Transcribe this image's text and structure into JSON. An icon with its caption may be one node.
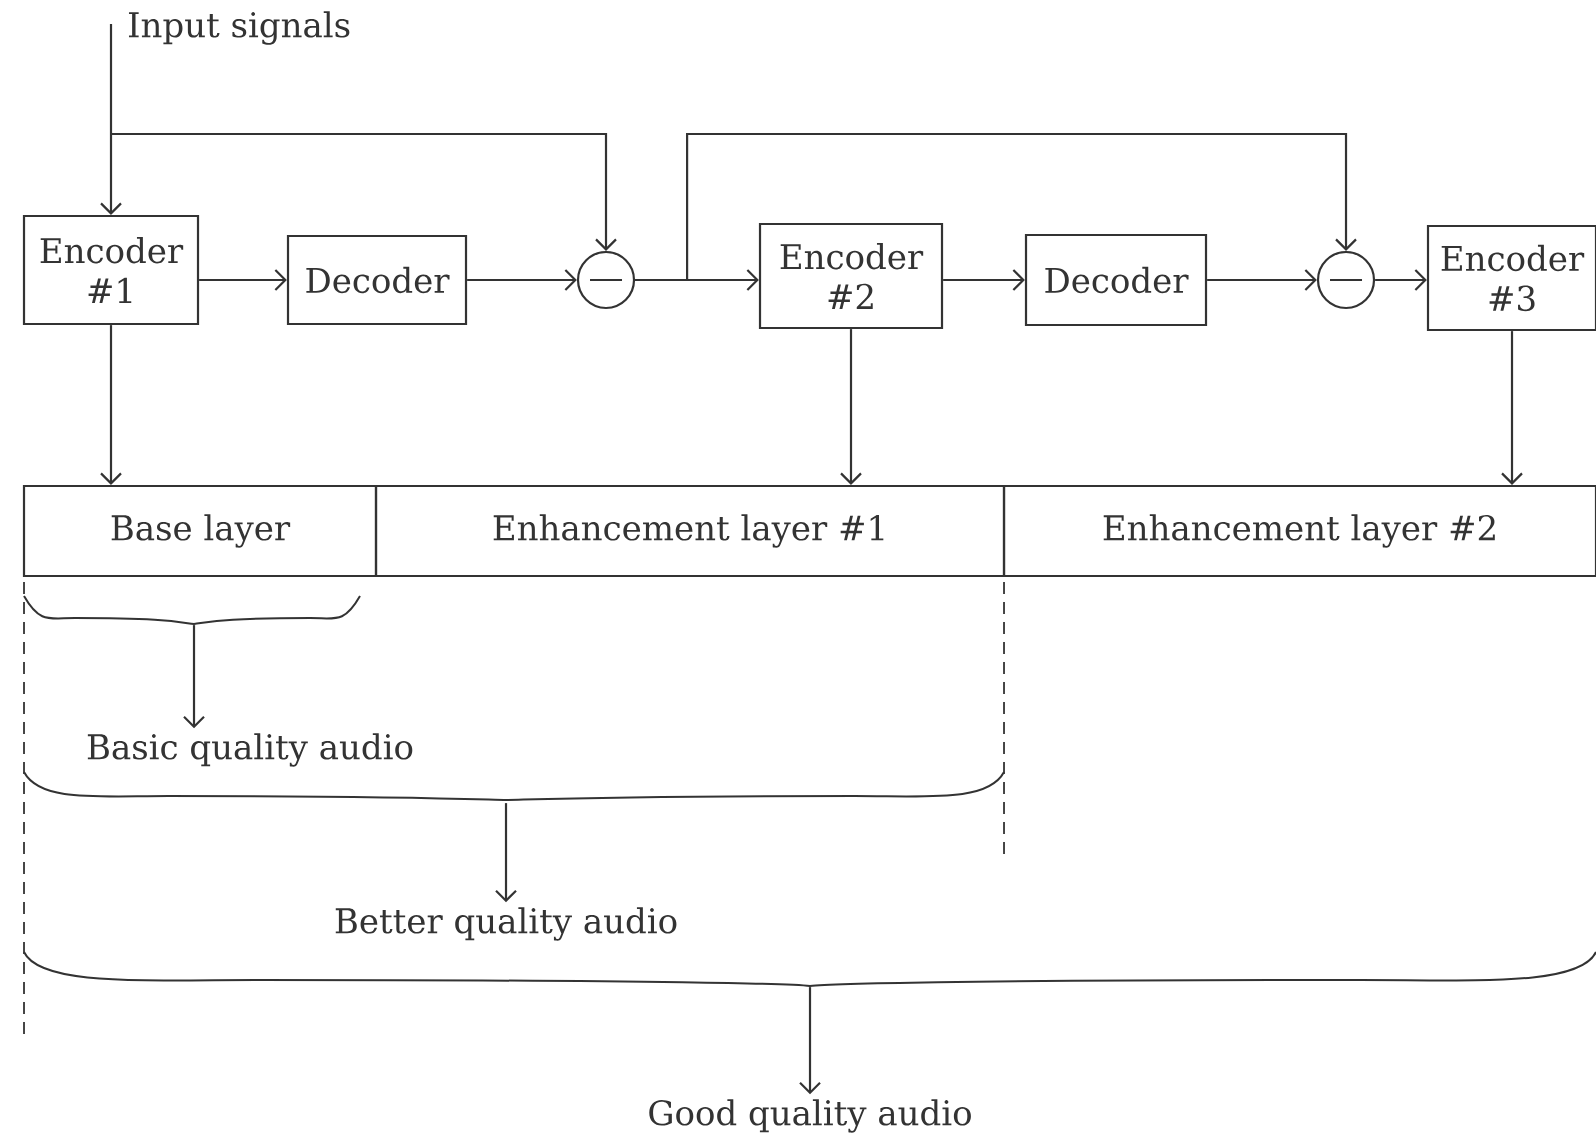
{
  "diagram": {
    "nodes": [
      {
        "text": [
          "Encoder #1"
        ]
      },
      {
        "text": [
          "Decoder"
        ]
      },
      {
        "text": [],
        "shape": "circle"
      },
      {
        "text": [
          "Encoder #2"
        ]
      },
      {
        "text": [
          "Decoder"
        ]
      },
      {
        "text": [],
        "shape": "circle"
      },
      {
        "text": [
          "Encoder #3"
        ]
      },
      {
        "text": [
          "Base layer"
        ]
      },
      {
        "text": [
          "Enhancement layer #1"
        ]
      },
      {
        "text": [
          "Enhancement layer #2"
        ]
      },
      {
        "text": [],
        "shape": "brace"
      },
      {
        "text": [
          "Basic quality audio"
        ]
      },
      {
        "text": [],
        "shape": "brace"
      },
      {
        "text": [
          "Better quality audio"
        ]
      },
      {
        "text": [],
        "shape": "brace"
      },
      {
        "text": [
          "Good quality audio"
        ]
      }
    ],
    "edges": [
      {
        "from": null,
        "to": 0,
        "arrow": "to"
      },
      {
        "from": null,
        "to": 2,
        "arrow": "to"
      },
      {
        "from": 0,
        "to": 1,
        "arrow": "to"
      },
      {
        "from": 1,
        "to": 2,
        "arrow": "to"
      },
      {
        "from": 2,
        "to": 3,
        "arrow": "to"
      },
      {
        "from": 2,
        "to": 5,
        "arrow": "to"
      },
      {
        "from": 3,
        "to": 4,
        "arrow": "to"
      },
      {
        "from": 4,
        "to": 5,
        "arrow": "to"
      },
      {
        "from": 5,
        "to": 6,
        "arrow": "to"
      },
      {
        "from": 0,
        "to": 7,
        "arrow": "to"
      },
      {
        "from": 3,
        "to": 8,
        "arrow": "to"
      },
      {
        "from": 6,
        "to": 9,
        "arrow": "to"
      },
      {
        "from": 10,
        "to": 11,
        "arrow": "to"
      },
      {
        "from": 12,
        "to": 13,
        "arrow": "to"
      },
      {
        "from": 14,
        "to": 15,
        "arrow": "to"
      }
    ],
    "labels": [
      "Input signals"
    ]
  }
}
